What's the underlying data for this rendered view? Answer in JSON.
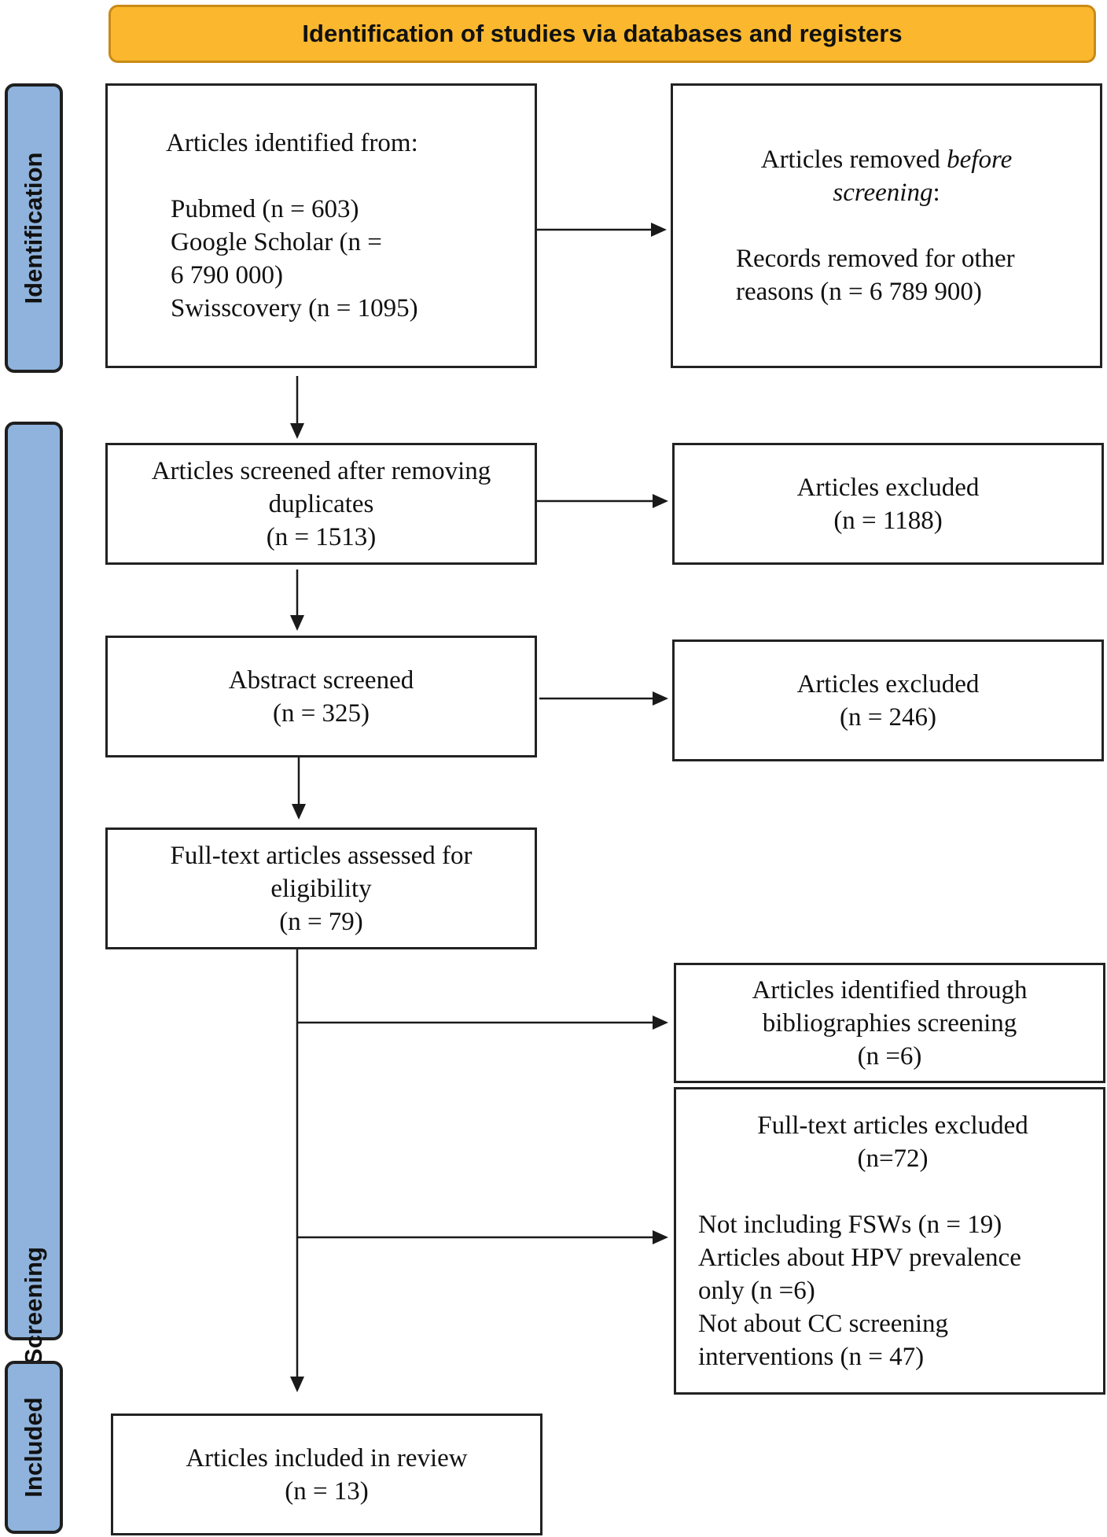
{
  "banner": {
    "title": "Identification of studies via databases and registers"
  },
  "phases": {
    "identification": "Identification",
    "screening": "Screening",
    "included": "Included"
  },
  "boxes": {
    "identified": {
      "heading": "Articles identified from:",
      "sources": [
        "Pubmed (n = 603)",
        "Google Scholar (n =",
        "6 790 000)",
        "Swisscovery (n = 1095)"
      ]
    },
    "removed_before_screening": {
      "line1_prefix": "Articles removed ",
      "line1_italic": "before",
      "line2_italic": "screening",
      "line2_suffix": ":",
      "detail": [
        "Records removed for other",
        "reasons (n = 6 789 900)"
      ]
    },
    "screened": {
      "lines": [
        "Articles screened after removing",
        "duplicates",
        "(n = 1513)"
      ]
    },
    "excluded_1": {
      "lines": [
        "Articles excluded",
        "(n = 1188)"
      ]
    },
    "abstract": {
      "lines": [
        "Abstract screened",
        "(n = 325)"
      ]
    },
    "excluded_2": {
      "lines": [
        "Articles excluded",
        "(n = 246)"
      ]
    },
    "fulltext": {
      "lines": [
        "Full-text articles assessed for",
        "eligibility",
        "(n = 79)"
      ]
    },
    "bibliographies": {
      "lines": [
        "Articles identified through",
        "bibliographies screening",
        "(n =6)"
      ]
    },
    "fulltext_excluded": {
      "heading": [
        "Full-text articles excluded",
        "(n=72)"
      ],
      "reasons": [
        "Not including FSWs (n = 19)",
        "Articles about HPV prevalence",
        "only (n =6)",
        "Not about CC screening",
        "interventions (n = 47)"
      ]
    },
    "included": {
      "lines": [
        "Articles included in review",
        "(n = 13)"
      ]
    }
  }
}
